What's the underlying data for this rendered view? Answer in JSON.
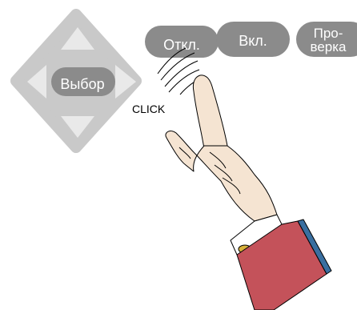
{
  "dpad": {
    "center_label": "Выбор"
  },
  "buttons": {
    "off_label": "Откл.",
    "on_label": "Вкл.",
    "check_label_line1": "Про-",
    "check_label_line2": "верка"
  },
  "click_label": "CLICK",
  "colors": {
    "button_gray": "#8b8b8b",
    "dpad_outer": "#c9c9c9",
    "dpad_inner": "#8b8b8b",
    "dpad_arrows": "#e9e9e9",
    "skin": "#f5e4d2",
    "sleeve": "#c4525a",
    "sleeve_stripe": "#3a6fa0",
    "cuff_link": "#d8b23a"
  }
}
